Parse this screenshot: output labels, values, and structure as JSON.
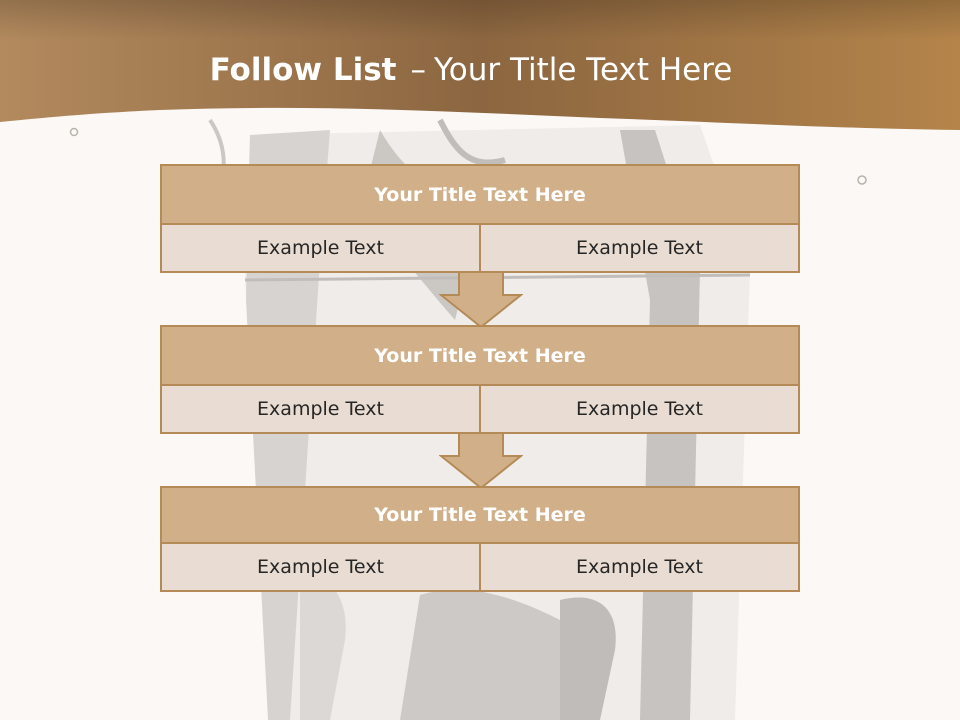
{
  "slide": {
    "title_bold": "Follow List",
    "title_dash": "–",
    "title_rest": "Your Title Text Here"
  },
  "blocks": [
    {
      "title": "Your Title Text Here",
      "left": "Example Text",
      "right": "Example Text"
    },
    {
      "title": "Your Title Text Here",
      "left": "Example Text",
      "right": "Example Text"
    },
    {
      "title": "Your Title Text Here",
      "left": "Example Text",
      "right": "Example Text"
    }
  ],
  "colors": {
    "header_band": "#a0764a",
    "block_title_fill": "#d0af89",
    "block_cell_fill": "#e9ddd3",
    "block_border": "#b48a57",
    "page_background": "#fbf8f6"
  }
}
